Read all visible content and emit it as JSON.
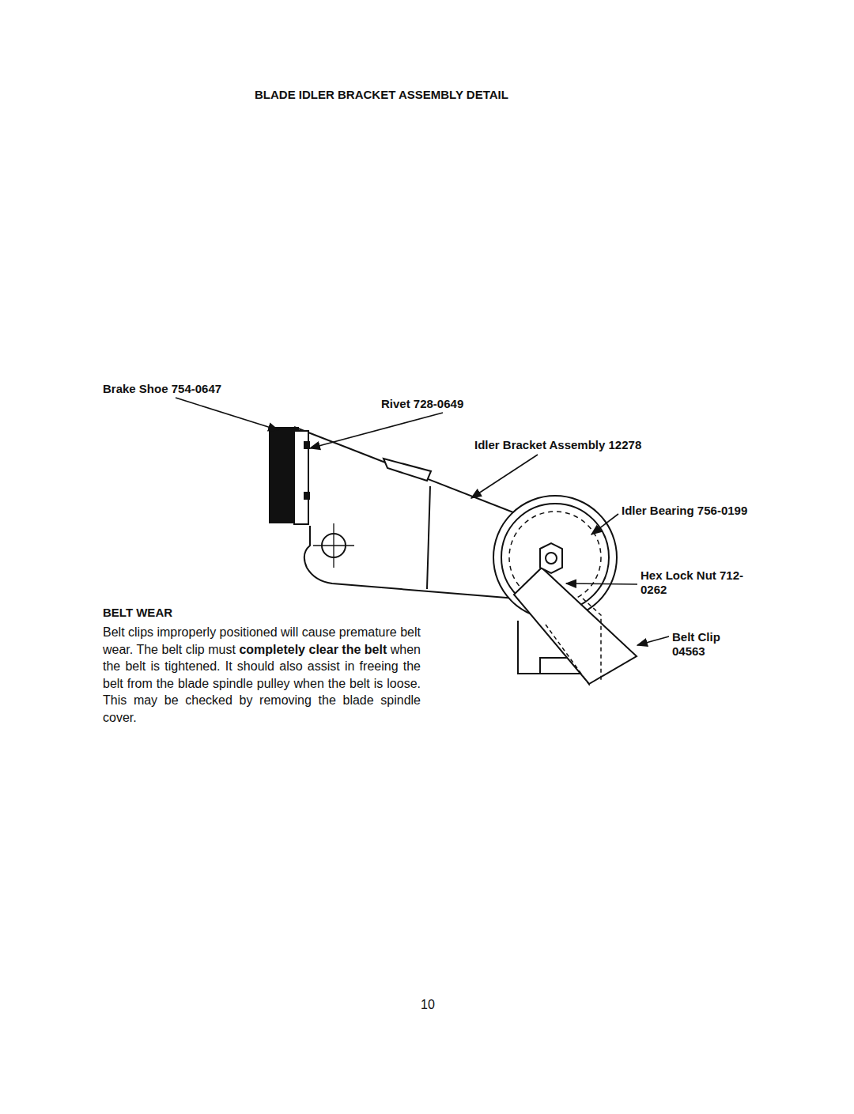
{
  "diagram": {
    "title": "BLADE IDLER BRACKET ASSEMBLY DETAIL",
    "labels": [
      "Brake Shoe 754-0647",
      "Rivet 728-0649",
      "Idler Bracket Assembly 12278",
      "Idler Bearing 756-0199",
      "Hex Lock Nut 712-0262",
      "Belt Clip 04563",
      "BELT WEAR",
      "Belt clips improperly positioned will cause premature belt wear. The belt clip must",
      "completely clear the belt",
      "when the belt is tightened. It should also assist in freeing the belt from the blade spindle pulley when the belt is loose. This may be checked by removing the blade spindle cover.",
      "10"
    ]
  }
}
